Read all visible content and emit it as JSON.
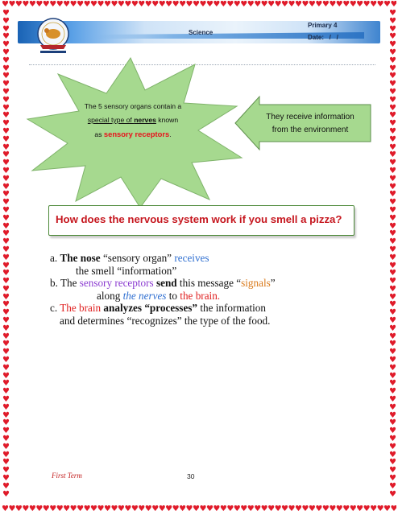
{
  "header": {
    "subject": "Science",
    "grade": "Primary 4",
    "date_label": "Date:   /   /"
  },
  "starburst": {
    "line1": "The 5 sensory organs contain a",
    "line2_a": "special type of ",
    "line2_b": "nerves",
    "line2_c": " known",
    "line3_a": "as ",
    "line3_b": "sensory receptors",
    "line3_c": ".",
    "fill_color": "#a6d98f"
  },
  "arrow_box": {
    "line1": "They receive information",
    "line2": "from the environment",
    "fill_color": "#a6d98f"
  },
  "question": "How does the nervous system work if you smell a pizza?",
  "body": {
    "a_prefix": "a. ",
    "a_bold": "The nose",
    "a_mid": " “sensory organ” ",
    "a_blue": "receives",
    "a2": "the smell “information”",
    "b_prefix": "b. The ",
    "b_purple": "sensory receptors",
    "b_space": " ",
    "b_bold": "send",
    "b_mid": " this message “",
    "b_orange": "signals",
    "b_end": "”",
    "b2_a": "along ",
    "b2_blue": "the nerves",
    "b2_mid": " to ",
    "b2_red": "the brain.",
    "c_prefix": "c. ",
    "c_red": "The brain",
    "c_space": " ",
    "c_bold": "analyzes “processes”",
    "c_end": " the information",
    "c2": "and determines “recognizes” the type of the food."
  },
  "footer": {
    "term": "First Term",
    "page": "30"
  },
  "colors": {
    "heart": "#e01b2a",
    "question_text": "#c6171f",
    "accent_blue": "#2f6fd1"
  }
}
